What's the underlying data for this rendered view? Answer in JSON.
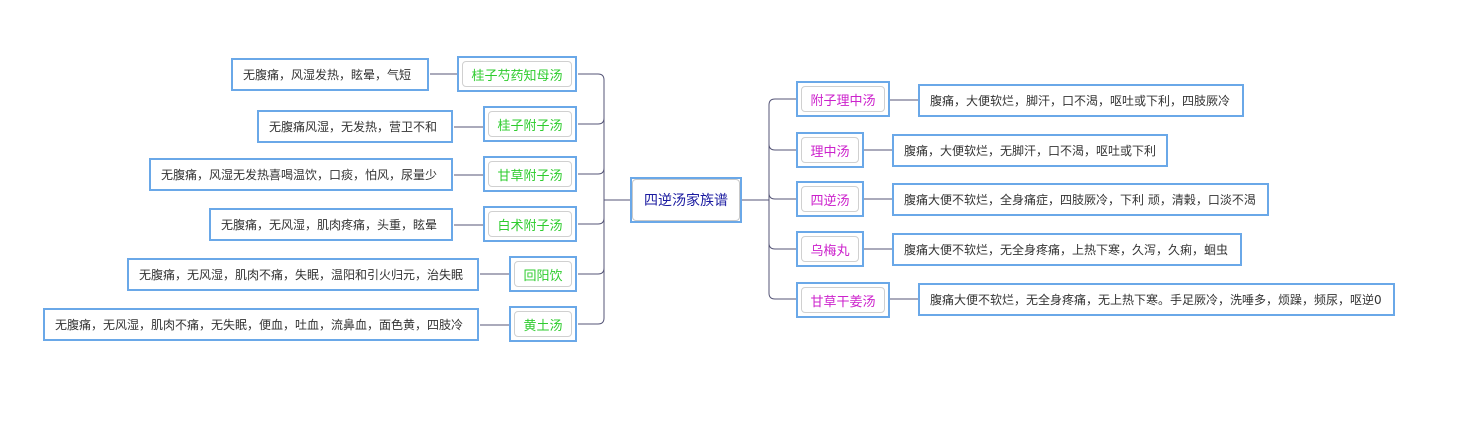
{
  "root": {
    "label": "四逆汤家族谱"
  },
  "left": [
    {
      "name": "桂子芍药知母汤",
      "desc": "无腹痛，风湿发热，眩晕，气短"
    },
    {
      "name": "桂子附子汤",
      "desc": "无腹痛风湿，无发热，营卫不和"
    },
    {
      "name": "甘草附子汤",
      "desc": "无腹痛，风湿无发热喜喝温饮，口痰，怕风，尿量少"
    },
    {
      "name": "白术附子汤",
      "desc": "无腹痛，无风湿，肌肉疼痛，头重，眩晕"
    },
    {
      "name": "回阳饮",
      "desc": "无腹痛，无风湿，肌肉不痛，失眠，温阳和引火归元，治失眠"
    },
    {
      "name": "黄土汤",
      "desc": "无腹痛，无风湿，肌肉不痛，无失眠，便血，吐血，流鼻血，面色黄，四肢冷"
    }
  ],
  "right": [
    {
      "name": "附子理中汤",
      "desc": "腹痛，大便软烂，脚汗，口不渴，呕吐或下利，四肢厥冷"
    },
    {
      "name": "理中汤",
      "desc": "腹痛，大便软烂，无脚汗，口不渴，呕吐或下利"
    },
    {
      "name": "四逆汤",
      "desc": "腹痛大便不软烂，全身痛症，四肢厥冷，下利 顽，清榖，口淡不渴"
    },
    {
      "name": "乌梅丸",
      "desc": "腹痛大便不软烂，无全身疼痛，上热下寒，久泻，久痢，蛔虫"
    },
    {
      "name": "甘草干姜汤",
      "desc": "腹痛大便不软烂，无全身疼痛，无上热下寒。手足厥冷，洗唾多，烦躁，频尿，呕逆0"
    }
  ],
  "colors": {
    "border": "#6aa8e8",
    "line": "#555577",
    "left_text": "#2ecc2e",
    "right_text": "#cc22cc",
    "root_text": "#1a1aa0"
  }
}
